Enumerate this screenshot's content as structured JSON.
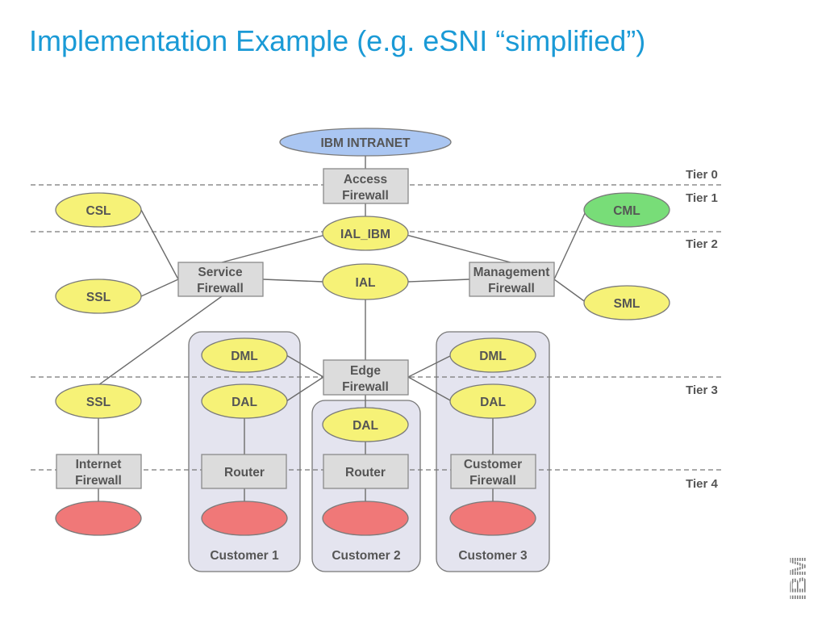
{
  "slide": {
    "title": "Implementation Example (e.g. eSNI “simplified”)"
  },
  "colors": {
    "title": "#1a9ad6",
    "yellow_node": "#f6f277",
    "green_node": "#78dd78",
    "blue_node": "#aac6f2",
    "red_node": "#f07878",
    "box_fill": "#dcdcdc",
    "group_fill": "#e4e4ef"
  },
  "tiers": {
    "tier0": "Tier 0",
    "tier1": "Tier 1",
    "tier2": "Tier 2",
    "tier3": "Tier 3",
    "tier4": "Tier 4"
  },
  "nodes": {
    "ibm_intranet": "IBM INTRANET",
    "access_firewall": [
      "Access",
      "Firewall"
    ],
    "csl": "CSL",
    "cml": "CML",
    "ial_ibm": "IAL_IBM",
    "service_firewall": [
      "Service",
      "Firewall"
    ],
    "ial": "IAL",
    "management_firewall": [
      "Management",
      "Firewall"
    ],
    "ssl_upper": "SSL",
    "sml": "SML",
    "dml_c1": "DML",
    "dml_c3": "DML",
    "edge_firewall": [
      "Edge",
      "Firewall"
    ],
    "ssl_lower": "SSL",
    "dal_c1": "DAL",
    "dal_c3": "DAL",
    "dal_c2": "DAL",
    "internet_firewall": [
      "Internet",
      "Firewall"
    ],
    "router_c1": "Router",
    "router_c2": "Router",
    "customer_firewall": [
      "Customer",
      "Firewall"
    ]
  },
  "groups": {
    "customer1": "Customer 1",
    "customer2": "Customer 2",
    "customer3": "Customer 3"
  },
  "logo": {
    "text": "IBM"
  }
}
